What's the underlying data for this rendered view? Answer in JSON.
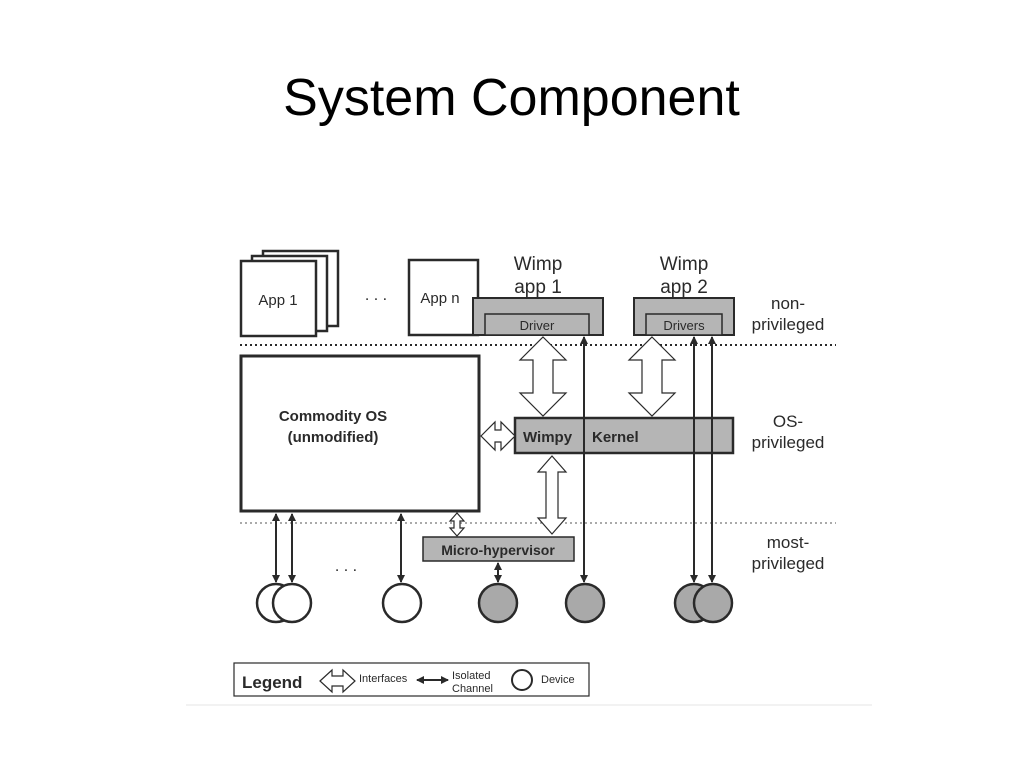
{
  "slide": {
    "title": "System Component"
  },
  "colors": {
    "ink": "#2a2a2a",
    "shaded": "#b5b5b5",
    "device_gray": "#a9a9a9"
  },
  "apps": {
    "app1": "App 1",
    "dots": ". . .",
    "appn": "App n"
  },
  "wimp": {
    "app1": {
      "title_line1": "Wimp",
      "title_line2": "app 1",
      "driver": "Driver"
    },
    "app2": {
      "title_line1": "Wimp",
      "title_line2": "app 2",
      "driver": "Drivers"
    }
  },
  "commodity_os": {
    "line1": "Commodity OS",
    "line2": "(unmodified)"
  },
  "wimpy_kernel": {
    "word1": "Wimpy",
    "word2": "Kernel"
  },
  "micro_hypervisor": {
    "label": "Micro-hypervisor"
  },
  "devices": {
    "dots": ". . ."
  },
  "privilege_levels": {
    "non_privileged": [
      "non-",
      "privileged"
    ],
    "os_privileged": [
      "OS-",
      "privileged"
    ],
    "most_privileged": [
      "most-",
      "privileged"
    ]
  },
  "legend": {
    "title": "Legend",
    "interfaces": "Interfaces",
    "isolated_line1": "Isolated",
    "isolated_line2": "Channel",
    "device": "Device"
  }
}
